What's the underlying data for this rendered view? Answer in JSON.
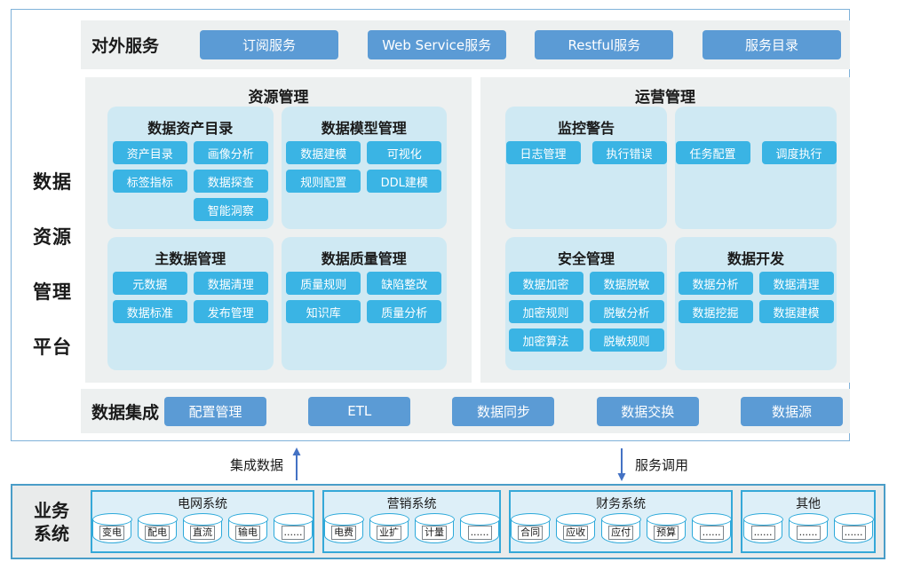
{
  "colors": {
    "accent_blue": "#5b9bd5",
    "chip_cyan": "#3ab4e4",
    "card_bg": "#cfe9f3",
    "panel_bg": "#edf0f0",
    "arrow_blue": "#4472c4",
    "business_border": "#4a9dc8",
    "system_box_border": "#35a8d8"
  },
  "platform": {
    "side_title_lines": [
      "数据",
      "资源",
      "管理",
      "平台"
    ]
  },
  "external": {
    "label": "对外服务",
    "buttons": [
      "订阅服务",
      "Web Service服务",
      "Restful服务",
      "服务目录"
    ]
  },
  "resource": {
    "title": "资源管理",
    "cards": [
      {
        "title": "数据资产目录",
        "rows": [
          [
            "资产目录",
            "画像分析"
          ],
          [
            "标签指标",
            "数据探查"
          ],
          [
            "",
            "智能洞察"
          ]
        ]
      },
      {
        "title": "数据模型管理",
        "rows": [
          [
            "数据建模",
            "可视化"
          ],
          [
            "规则配置",
            "DDL建模"
          ]
        ]
      },
      {
        "title": "主数据管理",
        "rows": [
          [
            "元数据",
            "数据清理"
          ],
          [
            "数据标准",
            "发布管理"
          ]
        ]
      },
      {
        "title": "数据质量管理",
        "rows": [
          [
            "质量规则",
            "缺陷整改"
          ],
          [
            "知识库",
            "质量分析"
          ]
        ]
      }
    ]
  },
  "operation": {
    "title": "运营管理",
    "cards": [
      {
        "title": "监控警告",
        "rows": [
          [
            "日志管理",
            "执行错误"
          ]
        ]
      },
      {
        "title": "",
        "rows": [
          [
            "任务配置",
            "调度执行"
          ]
        ]
      },
      {
        "title": "安全管理",
        "rows": [
          [
            "数据加密",
            "数据脱敏"
          ],
          [
            "加密规则",
            "脱敏分析"
          ],
          [
            "加密算法",
            "脱敏规则"
          ]
        ]
      },
      {
        "title": "数据开发",
        "rows": [
          [
            "数据分析",
            "数据清理"
          ],
          [
            "数据挖掘",
            "数据建模"
          ]
        ]
      }
    ]
  },
  "integration": {
    "label": "数据集成",
    "buttons": [
      "配置管理",
      "ETL",
      "数据同步",
      "数据交换",
      "数据源"
    ]
  },
  "flows": {
    "up_label": "集成数据",
    "down_label": "服务调用"
  },
  "business": {
    "title_lines": [
      "业务",
      "系统"
    ],
    "systems": [
      {
        "name": "电网系统",
        "items": [
          "变电",
          "配电",
          "直流",
          "输电",
          "......"
        ]
      },
      {
        "name": "营销系统",
        "items": [
          "电费",
          "业扩",
          "计量",
          "......"
        ]
      },
      {
        "name": "财务系统",
        "items": [
          "合同",
          "应收",
          "应付",
          "预算",
          "......"
        ]
      },
      {
        "name": "其他",
        "items": [
          "......",
          "......",
          "......"
        ]
      }
    ]
  }
}
